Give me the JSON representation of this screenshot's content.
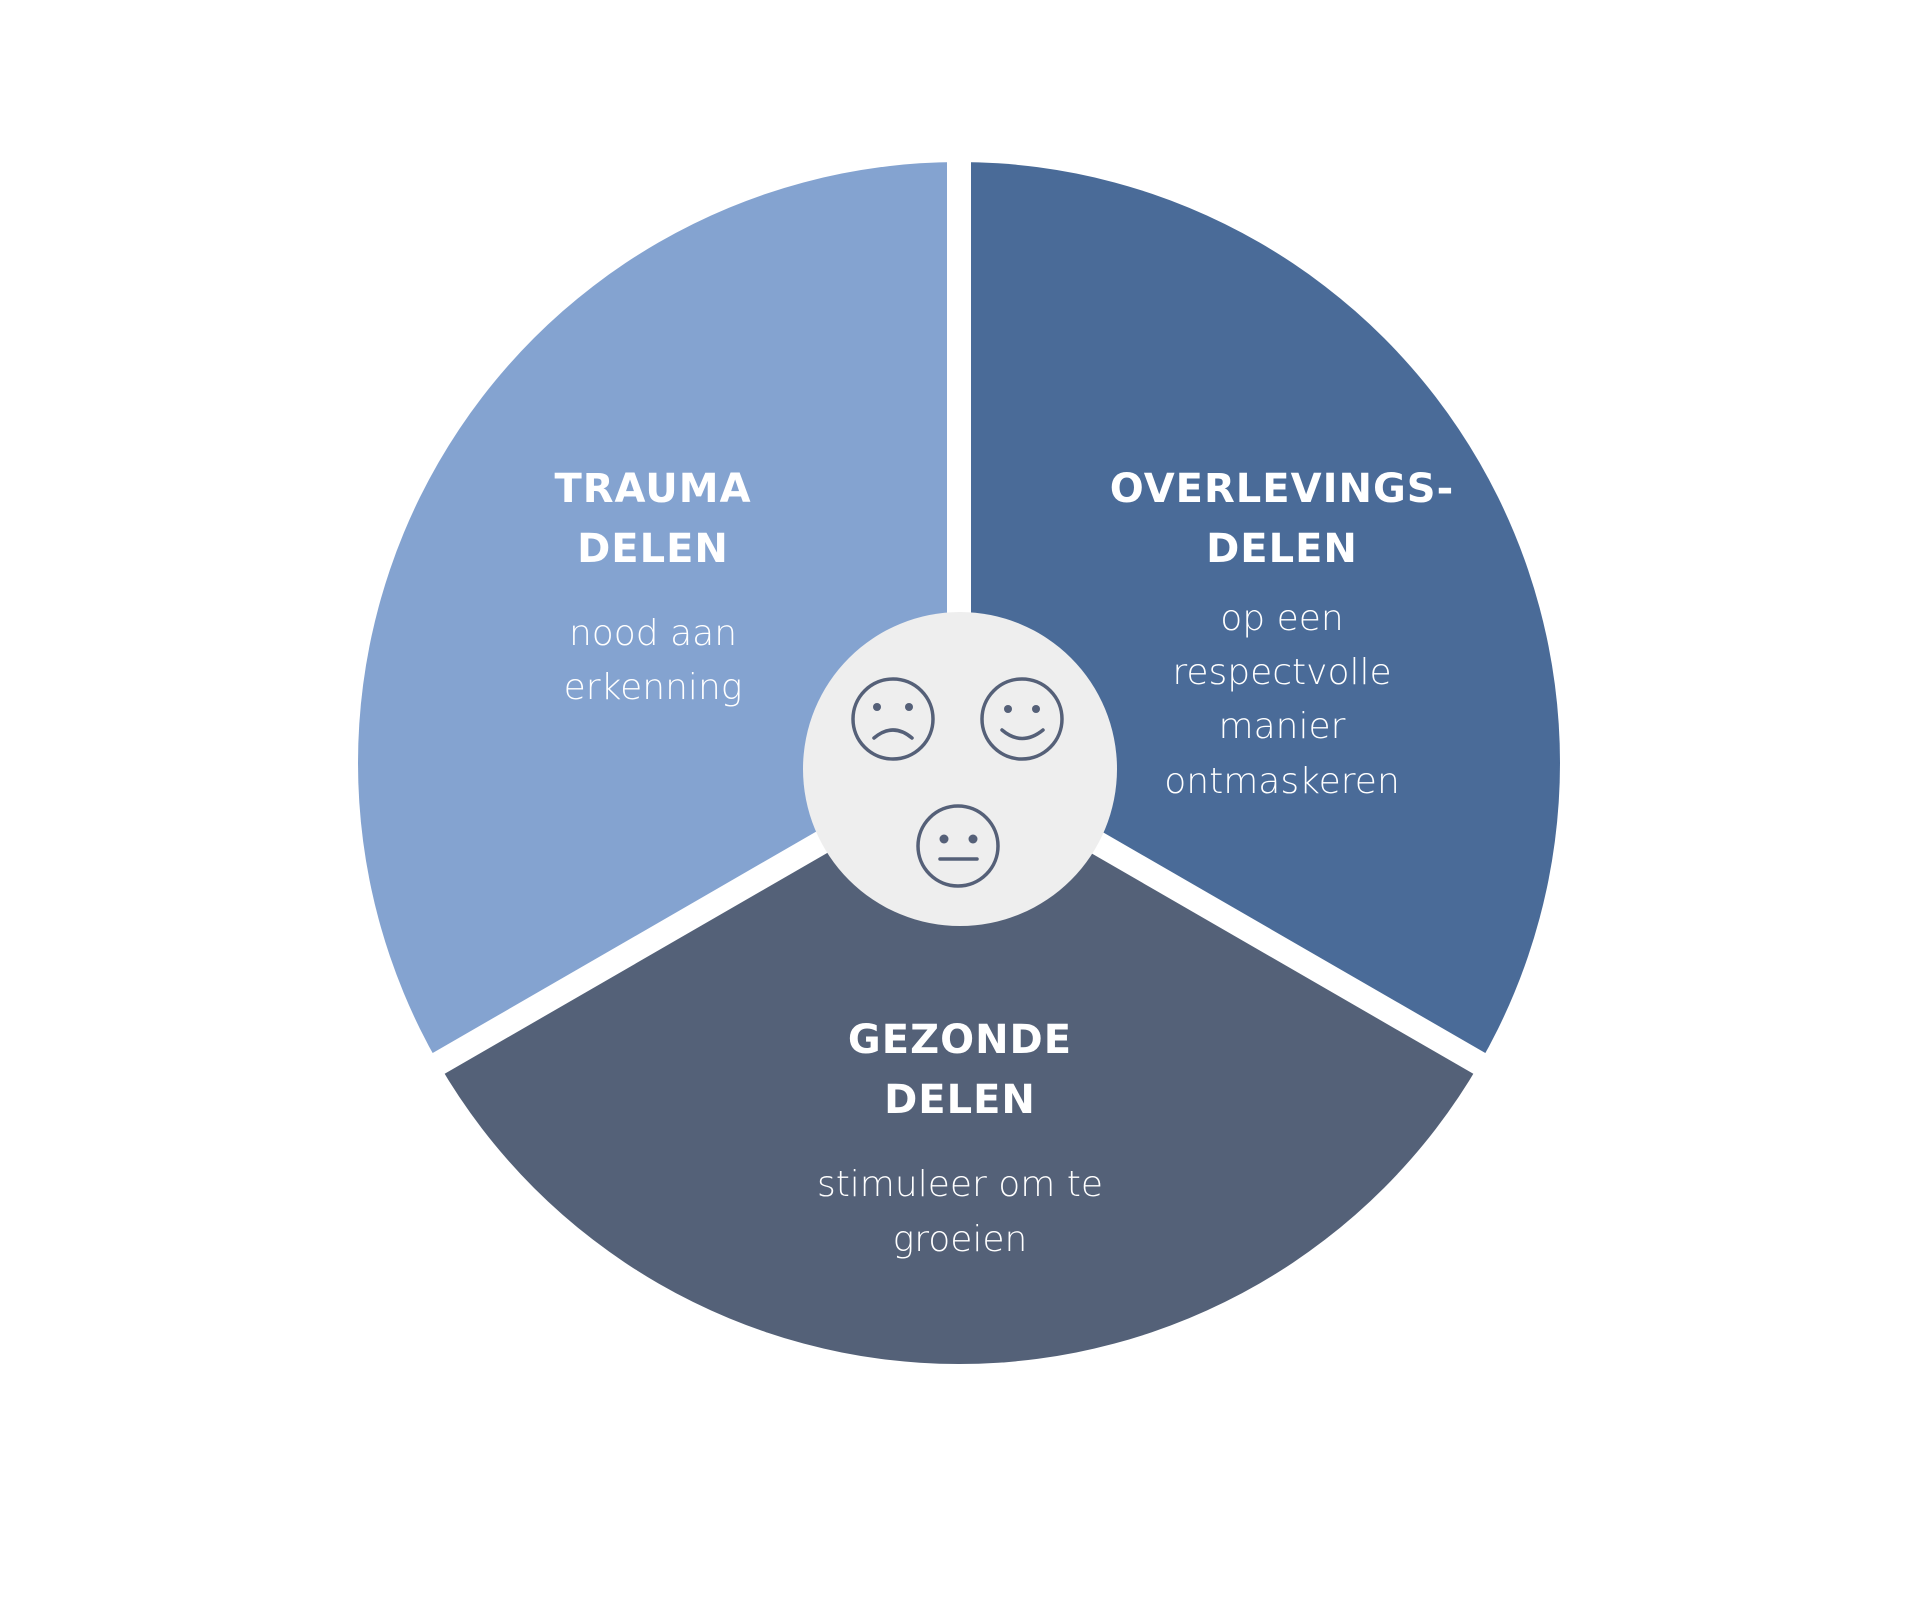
{
  "segments": [
    {
      "id": "trauma",
      "title": [
        "TRAUMA",
        "DELEN"
      ],
      "subtitle": [
        "nood aan",
        "erkenning"
      ],
      "color": "#84a3d0"
    },
    {
      "id": "overlevings",
      "title": [
        "OVERLEVINGS-",
        "DELEN"
      ],
      "subtitle": [
        "op een",
        "respectvolle",
        "manier",
        "ontmaskeren"
      ],
      "color": "#4a6b98"
    },
    {
      "id": "gezonde",
      "title": [
        "GEZONDE",
        "DELEN"
      ],
      "subtitle": [
        "stimuleer om te",
        "groeien"
      ],
      "color": "#546178"
    }
  ],
  "center": {
    "color": "#eeeeee",
    "icons": [
      "sad-face-icon",
      "happy-face-icon",
      "neutral-face-icon"
    ]
  }
}
